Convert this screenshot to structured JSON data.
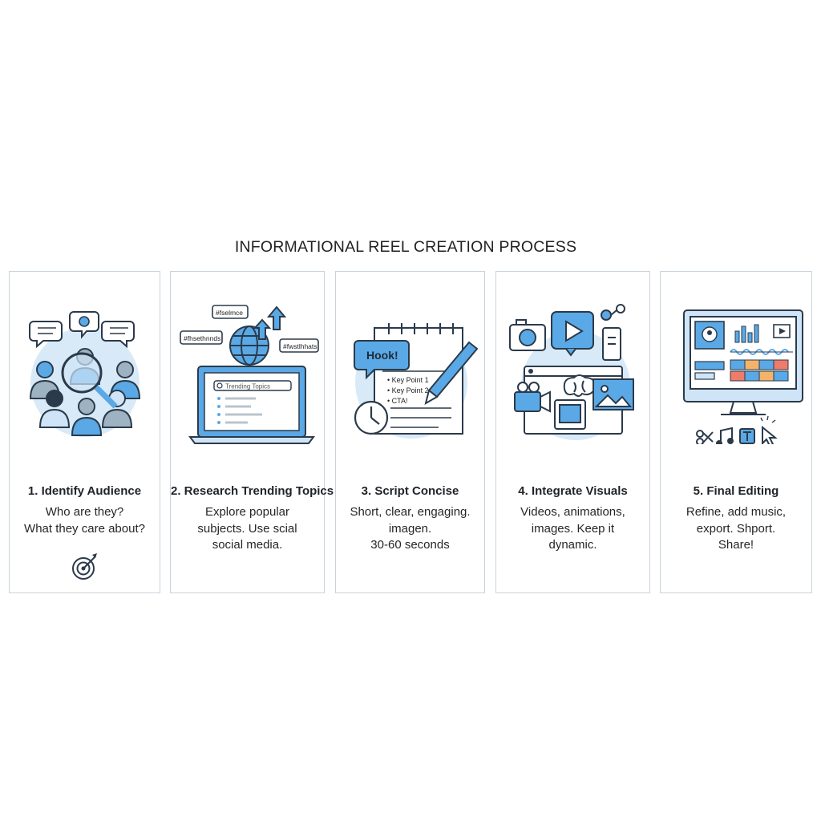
{
  "title": "INFORMATIONAL REEL CREATION PROCESS",
  "colors": {
    "accent": "#5aa9e6",
    "accent_light": "#cfe5f7",
    "stroke": "#2b3a4a",
    "border": "#c9d3dc"
  },
  "steps": [
    {
      "title": "1. Identify Audience",
      "lines": [
        "Who are they?",
        "What they care about?"
      ],
      "icons": [
        "speech-bubble-icon",
        "people-group-icon",
        "magnifier-icon",
        "target-icon"
      ]
    },
    {
      "title": "2. Research Trending Topics",
      "lines": [
        "Explore popular",
        "subjects. Use scial",
        "social media."
      ],
      "tags": [
        "#fselmce",
        "#fhsethnnds",
        "#fwstlhhats"
      ],
      "screen_header": "Trending Topics",
      "icons": [
        "laptop-icon",
        "globe-icon",
        "up-arrow-icon",
        "hashtag-icon"
      ]
    },
    {
      "title": "3. Script Concise",
      "lines": [
        "Short, clear, engaging.",
        "imagen.",
        "30-60 seconds"
      ],
      "hook": "Hook!",
      "script_lines": [
        "• Key Point 1",
        "• Key Point 2",
        "• CTA!"
      ],
      "icons": [
        "notepad-icon",
        "pencil-icon",
        "clock-icon"
      ]
    },
    {
      "title": "4. Integrate Visuals",
      "lines": [
        "Videos, animations,",
        "images. Keep it",
        "dynamic."
      ],
      "icons": [
        "camera-icon",
        "play-icon",
        "phone-icon",
        "browser-icon",
        "video-camera-icon",
        "brain-icon",
        "image-icon"
      ]
    },
    {
      "title": "5. Final Editing",
      "lines": [
        "Refine, add music,",
        "export. Shport.",
        "Share!"
      ],
      "icons": [
        "monitor-icon",
        "scissors-icon",
        "music-icon",
        "text-icon",
        "cursor-icon"
      ]
    }
  ]
}
